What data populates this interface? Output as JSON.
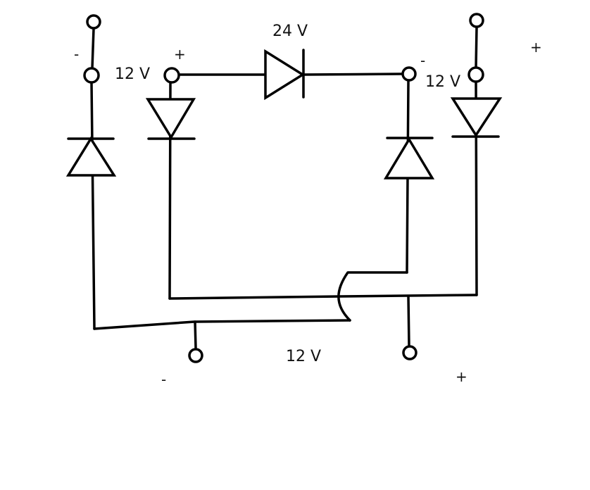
{
  "diagram": {
    "colors": {
      "stroke": "#000000",
      "background": "#ffffff"
    },
    "labels": {
      "top_24v": "24 V",
      "left_12v": "12 V",
      "right_12v": "12 V",
      "bottom_12v": "12 V",
      "sign_left_top": "-",
      "sign_left_mid": "+",
      "sign_right_mid": "-",
      "sign_right_far": "+",
      "sign_bottom_left": "-",
      "sign_bottom_right": "+"
    },
    "components": {
      "diodes": [
        "diode-left-outer",
        "diode-left-inner",
        "diode-top-24v",
        "diode-right-inner",
        "diode-right-outer"
      ],
      "terminals": [
        "terminal-left-top",
        "terminal-left-bottom",
        "terminal-inner-left",
        "terminal-inner-right",
        "terminal-right-top",
        "terminal-right-bottom",
        "terminal-output-minus",
        "terminal-output-plus"
      ]
    }
  }
}
